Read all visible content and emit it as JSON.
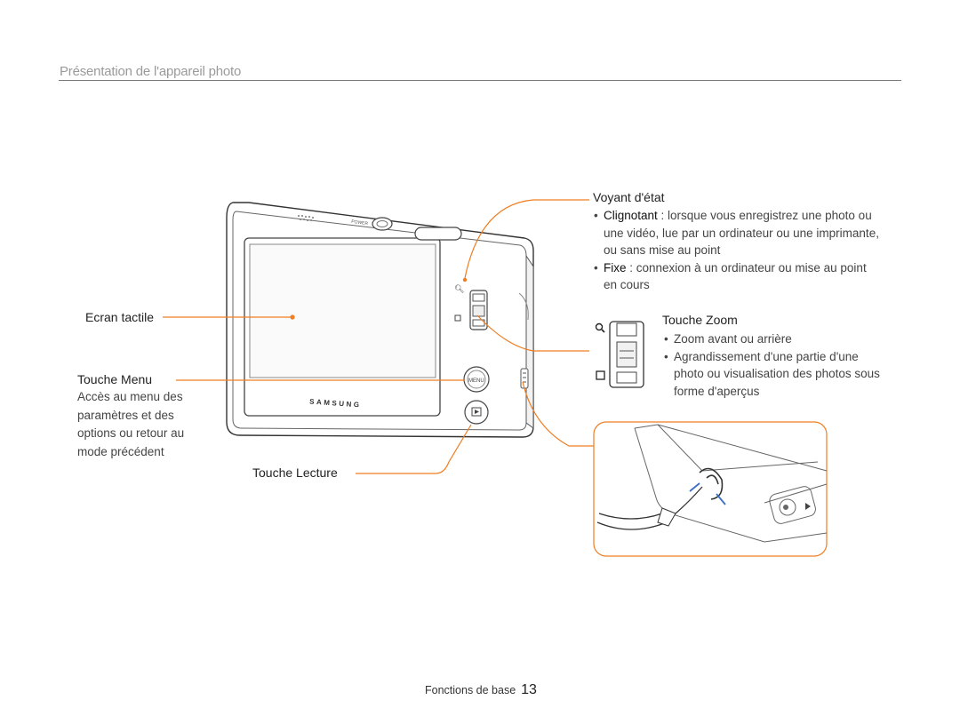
{
  "header": {
    "title": "Présentation de l'appareil photo"
  },
  "camera": {
    "brand": "SAMSUNG",
    "power_label": "POWER",
    "menu_label": "MENU"
  },
  "callouts": {
    "ecran": {
      "label": "Ecran tactile"
    },
    "menu": {
      "label": "Touche Menu",
      "desc": [
        "Accès au menu des",
        "paramètres et des",
        "options ou retour au",
        "mode précédent"
      ]
    },
    "lecture": {
      "label": "Touche Lecture"
    },
    "voyant": {
      "label": "Voyant d'état",
      "items": [
        {
          "term": "Clignotant",
          "lines": [
            " : lorsque vous enregistrez une photo ou",
            "une vidéo, lue par un ordinateur ou une imprimante,",
            "ou sans mise au point"
          ]
        },
        {
          "term": "Fixe",
          "lines": [
            " : connexion à un ordinateur ou mise au point",
            "en cours"
          ]
        }
      ]
    },
    "zoom": {
      "label": "Touche Zoom",
      "items": [
        {
          "lines": [
            "Zoom avant ou arrière"
          ]
        },
        {
          "lines": [
            "Agrandissement d'une partie d'une",
            "photo ou visualisation des photos sous",
            "forme d'aperçus"
          ]
        }
      ]
    }
  },
  "footer": {
    "section": "Fonctions de base",
    "page": "13"
  },
  "colors": {
    "accent": "#ef7d22",
    "header_text": "#9a9a9a"
  }
}
